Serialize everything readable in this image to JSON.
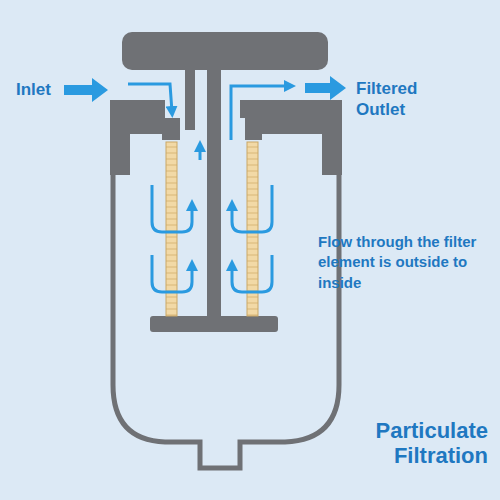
{
  "diagram": {
    "title": "Particulate Filtration",
    "labels": [
      "Inlet",
      "Filtered Outlet",
      "Flow through the filter element is outside to inside"
    ]
  }
}
